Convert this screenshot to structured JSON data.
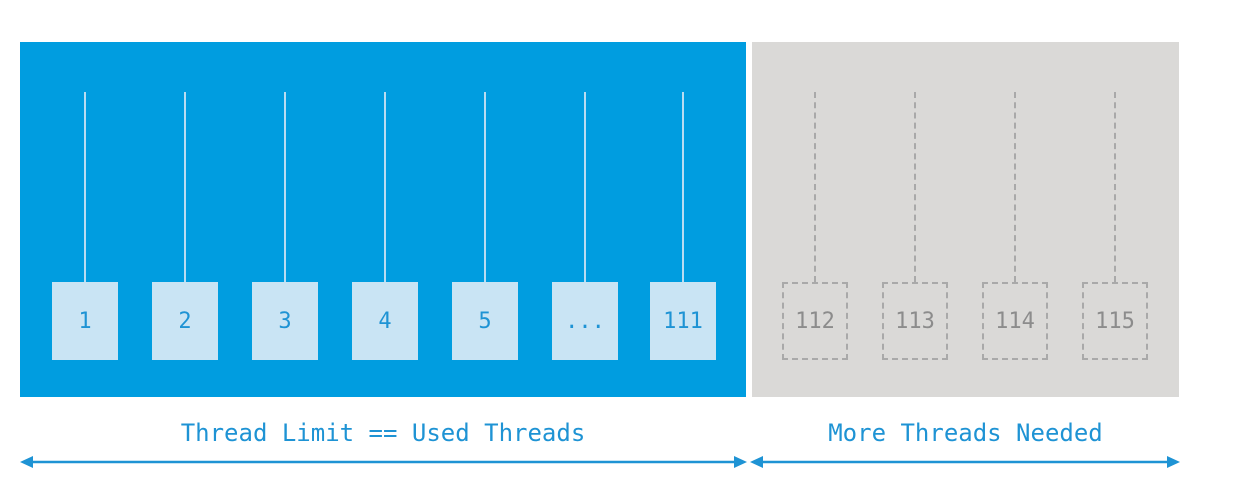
{
  "colors": {
    "used_panel": "#009de0",
    "needed_panel": "#dad9d7",
    "used_box": "#c9e4f4",
    "used_text": "#1e93d4",
    "needed_border": "#a9a9a9",
    "needed_text": "#8c8c8c",
    "arrow": "#1e93d4"
  },
  "used_threads": [
    "1",
    "2",
    "3",
    "4",
    "5",
    "...",
    "111"
  ],
  "needed_threads": [
    "112",
    "113",
    "114",
    "115"
  ],
  "labels": {
    "used": "Thread Limit == Used Threads",
    "needed": "More Threads Needed"
  }
}
